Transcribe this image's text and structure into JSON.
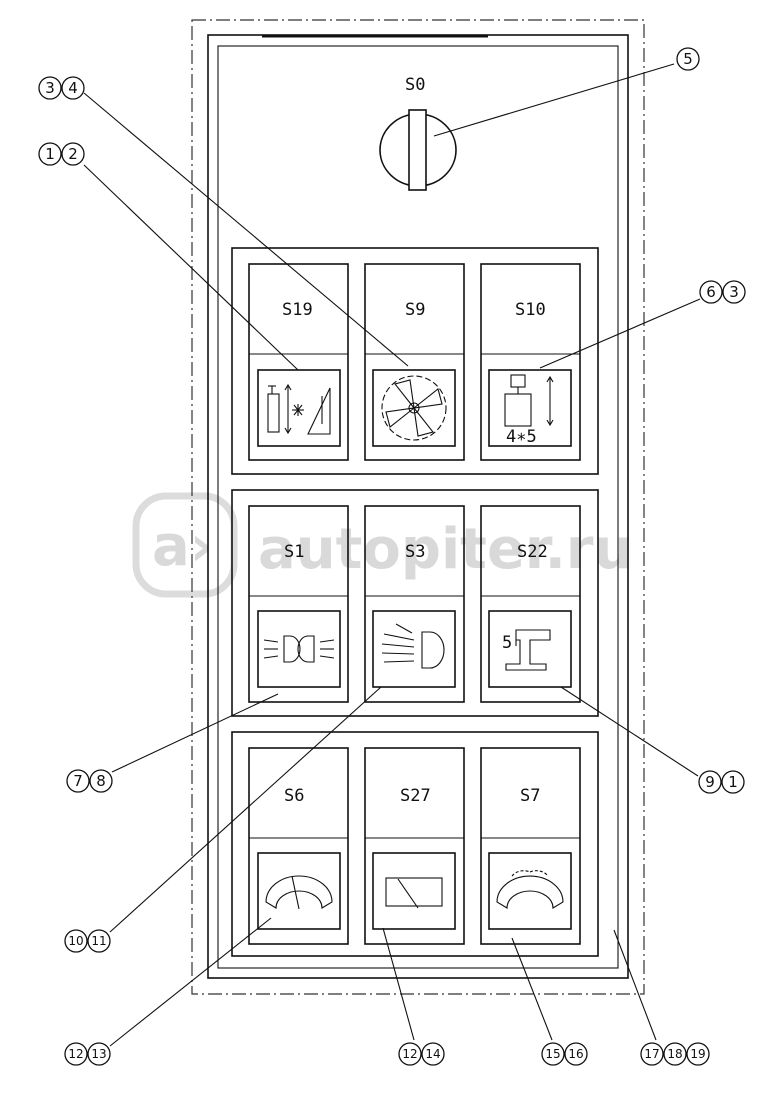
{
  "switches": {
    "main": "S0",
    "row1": [
      "S19",
      "S9",
      "S10"
    ],
    "row2": [
      "S1",
      "S3",
      "S22"
    ],
    "row3": [
      "S6",
      "S27",
      "S7"
    ]
  },
  "icon_text": {
    "s10": "4∗5",
    "s22": "5"
  },
  "callouts": {
    "c5": [
      "5"
    ],
    "c34": [
      "3",
      "4"
    ],
    "c12": [
      "1",
      "2"
    ],
    "c63": [
      "6",
      "3"
    ],
    "c78": [
      "7",
      "8"
    ],
    "c91": [
      "9",
      "1"
    ],
    "c1011": [
      "10",
      "11"
    ],
    "c1213": [
      "12",
      "13"
    ],
    "c1214": [
      "12",
      "14"
    ],
    "c1516": [
      "15",
      "16"
    ],
    "c171819": [
      "17",
      "18",
      "19"
    ]
  },
  "watermark": "autopiter.ru"
}
